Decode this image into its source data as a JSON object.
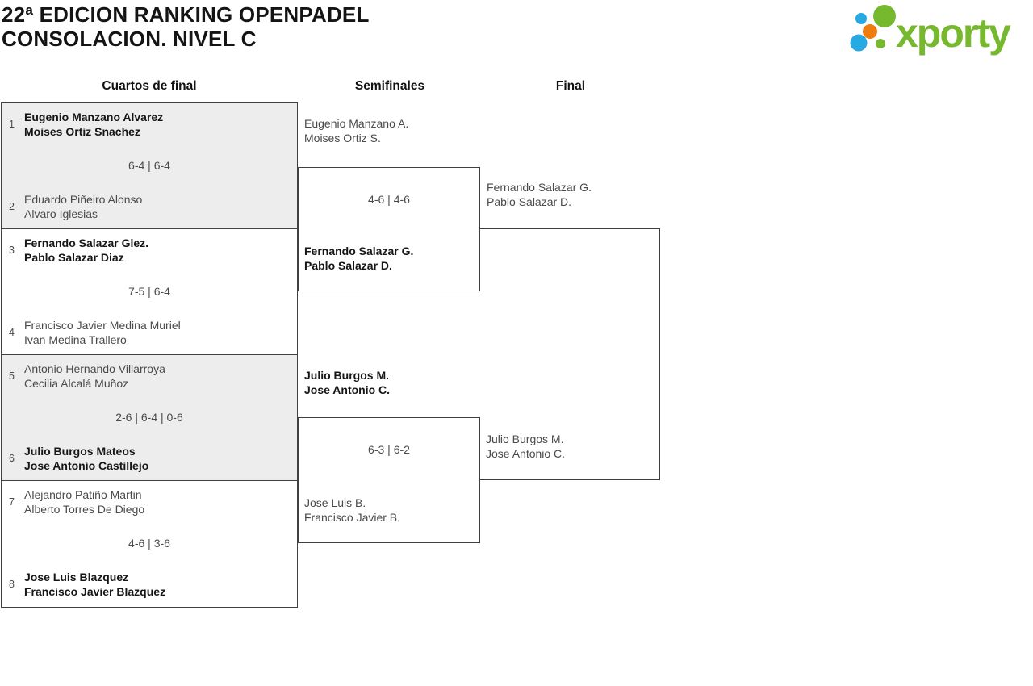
{
  "title": {
    "line1": "22ª EDICION RANKING OPENPADEL",
    "line2": "CONSOLACION. NIVEL C"
  },
  "logo": {
    "brand": "xporty",
    "colors": {
      "green": "#76b82e",
      "blue": "#29a9e1",
      "orange": "#ee7d11"
    }
  },
  "colors": {
    "bracket_border": "#404040",
    "shaded_box": "#ededed",
    "winner_text": "#161616",
    "regular_text": "#4a4a4a"
  },
  "rounds": [
    {
      "label": "Cuartos de final"
    },
    {
      "label": "Semifinales"
    },
    {
      "label": "Final"
    }
  ],
  "quarterfinals": [
    {
      "seed_top": "1",
      "team_top": [
        "Eugenio Manzano Alvarez",
        "Moises Ortiz Snachez"
      ],
      "top_winner": true,
      "score": "6-4 | 6-4",
      "seed_bottom": "2",
      "team_bottom": [
        "Eduardo Piñeiro Alonso",
        "Alvaro Iglesias"
      ],
      "bottom_winner": false
    },
    {
      "seed_top": "3",
      "team_top": [
        "Fernando Salazar Glez.",
        "Pablo Salazar Diaz"
      ],
      "top_winner": true,
      "score": "7-5 | 6-4",
      "seed_bottom": "4",
      "team_bottom": [
        "Francisco Javier Medina Muriel",
        "Ivan Medina Trallero"
      ],
      "bottom_winner": false
    },
    {
      "seed_top": "5",
      "team_top": [
        "Antonio Hernando Villarroya",
        "Cecilia Alcalá Muñoz"
      ],
      "top_winner": false,
      "score": "2-6 | 6-4 | 0-6",
      "seed_bottom": "6",
      "team_bottom": [
        "Julio Burgos Mateos",
        "Jose Antonio Castillejo"
      ],
      "bottom_winner": true
    },
    {
      "seed_top": "7",
      "team_top": [
        "Alejandro Patiño Martin",
        "Alberto Torres De Diego"
      ],
      "top_winner": false,
      "score": "4-6 | 3-6",
      "seed_bottom": "8",
      "team_bottom": [
        "Jose Luis Blazquez",
        "Francisco Javier Blazquez"
      ],
      "bottom_winner": true
    }
  ],
  "semifinals": [
    {
      "team_top": [
        "Eugenio Manzano A.",
        "Moises Ortiz S."
      ],
      "top_winner": false,
      "score": "4-6 | 4-6",
      "team_bottom": [
        "Fernando Salazar G.",
        "Pablo Salazar D."
      ],
      "bottom_winner": true
    },
    {
      "team_top": [
        "Julio Burgos M.",
        "Jose Antonio C."
      ],
      "top_winner": true,
      "score": "6-3 | 6-2",
      "team_bottom": [
        "Jose Luis B.",
        "Francisco Javier B."
      ],
      "bottom_winner": false
    }
  ],
  "final": {
    "team_top": [
      "Fernando Salazar G.",
      "Pablo Salazar D."
    ],
    "top_winner": false,
    "team_bottom": [
      "Julio Burgos M.",
      "Jose Antonio C."
    ],
    "bottom_winner": false
  }
}
